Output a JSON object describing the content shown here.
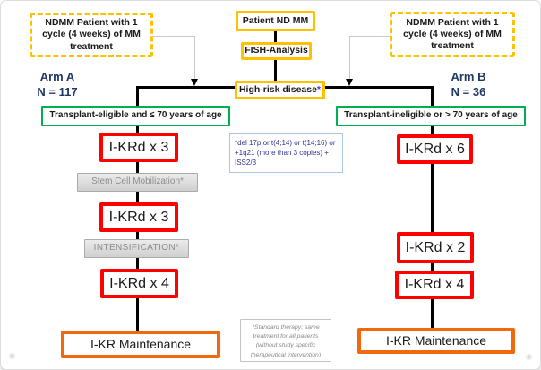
{
  "diagram": {
    "top_center": {
      "patient_box": "Patient ND MM",
      "fish_box": "FISH-Analysis",
      "high_risk_box": "High-risk disease",
      "high_risk_asterisk": "*"
    },
    "side_notes": {
      "left_dashed_box": "NDMM Patient with 1 cycle (4 weeks) of MM treatment",
      "right_dashed_box": "NDMM Patient with 1 cycle (4 weeks) of MM treatment"
    },
    "arm_a": {
      "name": "Arm A",
      "n": "N = 117",
      "eligibility": "Transplant-eligible and ≤ 70 years of age",
      "step_ikrd3_first": "I-KRd x 3",
      "step_stem_cell": "Stem Cell Mobilization*",
      "step_ikrd3_second": "I-KRd x 3",
      "step_intensification": "INTENSIFICATION*",
      "step_ikrd4": "I-KRd x 4",
      "maintenance": "I-KR Maintenance"
    },
    "arm_b": {
      "name": "Arm B",
      "n": "N = 36",
      "eligibility": "Transplant-ineligible or > 70 years of age",
      "step_ikrd6": "I-KRd x 6",
      "step_ikrd2": "I-KRd x 2",
      "step_ikrd4": "I-KRd x 4",
      "maintenance": "I-KR Maintenance"
    },
    "footnotes": {
      "high_risk_definition": "*del 17p or t(4;14) or t(14;16) or +1q21 (more than 3 copies) + ISS2/3",
      "standard_therapy": "*Standard therapy; same treatment for all patients (without study specific therapeutical intervention)"
    },
    "colors": {
      "yellow_border": "#FFC000",
      "green_border": "#00B050",
      "red_border": "#FF0000",
      "orange_border": "#F2690D",
      "navy_text": "#203864",
      "blue_asterisk": "#3E3ECD",
      "note_blue_text": "#32329B",
      "note_blue_border": "#A9C7E7",
      "gray_box_fill": "#D9D9D9",
      "gray_box_text": "#8C8C8C",
      "connector_black": "#000000",
      "connector_thin_gray": "#C9C9C9"
    }
  }
}
